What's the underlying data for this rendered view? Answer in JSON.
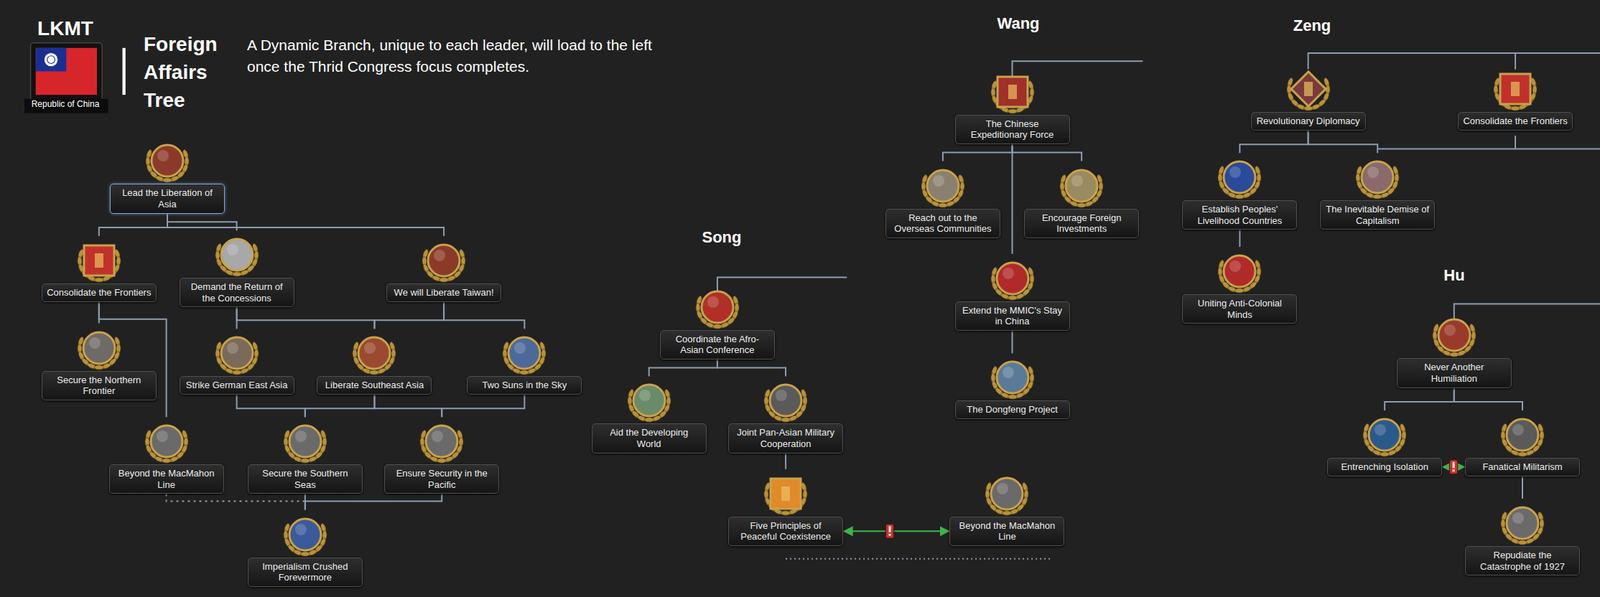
{
  "diagram": {
    "nodes": [
      {
        "text": [
          "Lead the Liberation of Asia"
        ]
      },
      {
        "text": [
          "Consolidate the Frontiers"
        ]
      },
      {
        "text": [
          "Demand the Return of the Concessions"
        ]
      },
      {
        "text": [
          "We will Liberate Taiwan!"
        ]
      },
      {
        "text": [
          "Secure the Northern Frontier"
        ]
      },
      {
        "text": [
          "Strike German East Asia"
        ]
      },
      {
        "text": [
          "Liberate Southeast Asia"
        ]
      },
      {
        "text": [
          "Two Suns in the Sky"
        ]
      },
      {
        "text": [
          "Beyond the MacMahon Line"
        ]
      },
      {
        "text": [
          "Secure the Southern Seas"
        ]
      },
      {
        "text": [
          "Ensure Security in the Pacific"
        ]
      },
      {
        "text": [
          "Imperialism Crushed Forevermore"
        ]
      },
      {
        "text": [
          "Coordinate the Afro-Asian Conference"
        ]
      },
      {
        "text": [
          "Aid the Developing World"
        ]
      },
      {
        "text": [
          "Joint Pan-Asian Military Cooperation"
        ]
      },
      {
        "text": [
          "Five Principles of Peaceful Coexistence"
        ]
      },
      {
        "text": [
          "Beyond the MacMahon Line"
        ]
      },
      {
        "text": [
          "The Chinese Expeditionary Force"
        ]
      },
      {
        "text": [
          "Reach out to the Overseas Communities"
        ]
      },
      {
        "text": [
          "Encourage Foreign Investments"
        ]
      },
      {
        "text": [
          "Extend the MMIC's Stay in China"
        ]
      },
      {
        "text": [
          "The Dongfeng Project"
        ]
      },
      {
        "text": [
          "Revolutionary Diplomacy"
        ]
      },
      {
        "text": [
          "Consolidate the Frontiers"
        ]
      },
      {
        "text": [
          "Establish Peoples' Livelihood Countries"
        ]
      },
      {
        "text": [
          "The Inevitable Demise of Capitalism"
        ]
      },
      {
        "text": [
          "Uniting Anti-Colonial Minds"
        ]
      },
      {
        "text": [
          "Never Another Humiliation"
        ]
      },
      {
        "text": [
          "Entrenching Isolation"
        ]
      },
      {
        "text": [
          "Fanatical Militarism"
        ]
      },
      {
        "text": [
          "Repudiate the Catastrophe of 1927"
        ]
      }
    ],
    "edges": [
      {
        "from": 0,
        "to": 1,
        "arrow": "none"
      },
      {
        "from": 0,
        "to": 2,
        "arrow": "none"
      },
      {
        "from": 0,
        "to": 3,
        "arrow": "none"
      },
      {
        "from": 1,
        "to": 4,
        "arrow": "none"
      },
      {
        "from": 1,
        "to": 8,
        "arrow": "none"
      },
      {
        "from": 2,
        "to": 5,
        "arrow": "none"
      },
      {
        "from": 2,
        "to": 6,
        "arrow": "none"
      },
      {
        "from": 3,
        "to": 6,
        "arrow": "none"
      },
      {
        "from": 3,
        "to": 7,
        "arrow": "none"
      },
      {
        "from": 5,
        "to": 9,
        "arrow": "none"
      },
      {
        "from": 6,
        "to": 9,
        "arrow": "none"
      },
      {
        "from": 6,
        "to": 10,
        "arrow": "none"
      },
      {
        "from": 7,
        "to": 10,
        "arrow": "none"
      },
      {
        "from": 8,
        "to": 11,
        "arrow": "none"
      },
      {
        "from": 9,
        "to": 11,
        "arrow": "none"
      },
      {
        "from": 10,
        "to": 11,
        "arrow": "none"
      },
      {
        "from": 12,
        "to": 13,
        "arrow": "none"
      },
      {
        "from": 12,
        "to": 14,
        "arrow": "none"
      },
      {
        "from": 14,
        "to": 15,
        "arrow": "none"
      },
      {
        "from": 15,
        "to": 16,
        "arrow": "both"
      },
      {
        "from": 17,
        "to": 18,
        "arrow": "none"
      },
      {
        "from": 17,
        "to": 19,
        "arrow": "none"
      },
      {
        "from": 17,
        "to": 20,
        "arrow": "none"
      },
      {
        "from": 20,
        "to": 21,
        "arrow": "none"
      },
      {
        "from": 22,
        "to": 24,
        "arrow": "none"
      },
      {
        "from": 22,
        "to": 25,
        "arrow": "none"
      },
      {
        "from": 24,
        "to": 26,
        "arrow": "none"
      },
      {
        "from": 27,
        "to": 28,
        "arrow": "none"
      },
      {
        "from": 27,
        "to": 29,
        "arrow": "none"
      },
      {
        "from": 28,
        "to": 29,
        "arrow": "both"
      },
      {
        "from": 29,
        "to": 30,
        "arrow": "none"
      }
    ],
    "labels": [
      "LKMT",
      "Republic of China",
      "Foreign Affairs Tree",
      "A Dynamic Branch, unique to each leader, will load to the left once the Thrid Congress focus completes.",
      "Wang",
      "Song",
      "Zeng",
      "Hu"
    ]
  }
}
